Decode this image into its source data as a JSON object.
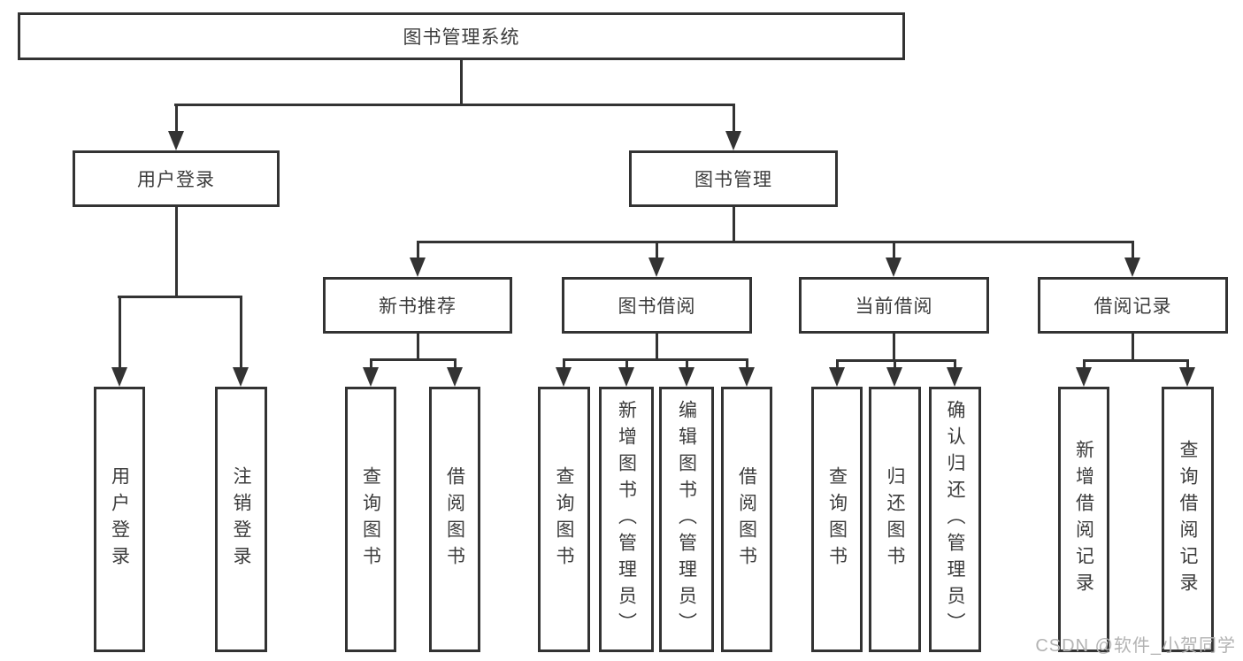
{
  "diagram": {
    "root": {
      "label": "图书管理系统"
    },
    "branches": [
      {
        "label": "用户登录",
        "children": [
          {
            "label": "用户登录"
          },
          {
            "label": "注销登录"
          }
        ]
      },
      {
        "label": "图书管理",
        "children": [
          {
            "label": "新书推荐",
            "children": [
              {
                "label": "查询图书"
              },
              {
                "label": "借阅图书"
              }
            ]
          },
          {
            "label": "图书借阅",
            "children": [
              {
                "label": "查询图书"
              },
              {
                "label": "新增图书（管理员）"
              },
              {
                "label": "编辑图书（管理员）"
              },
              {
                "label": "借阅图书"
              }
            ]
          },
          {
            "label": "当前借阅",
            "children": [
              {
                "label": "查询图书"
              },
              {
                "label": "归还图书"
              },
              {
                "label": "确认归还（管理员）"
              }
            ]
          },
          {
            "label": "借阅记录",
            "children": [
              {
                "label": "新增借阅记录"
              },
              {
                "label": "查询借阅记录"
              }
            ]
          }
        ]
      }
    ]
  },
  "watermark": {
    "text": "CSDN @软件_小贺同学"
  },
  "colors": {
    "line": "#333333",
    "text": "#3c3c3c",
    "watermark": "#b3b3b3",
    "background": "#ffffff"
  }
}
